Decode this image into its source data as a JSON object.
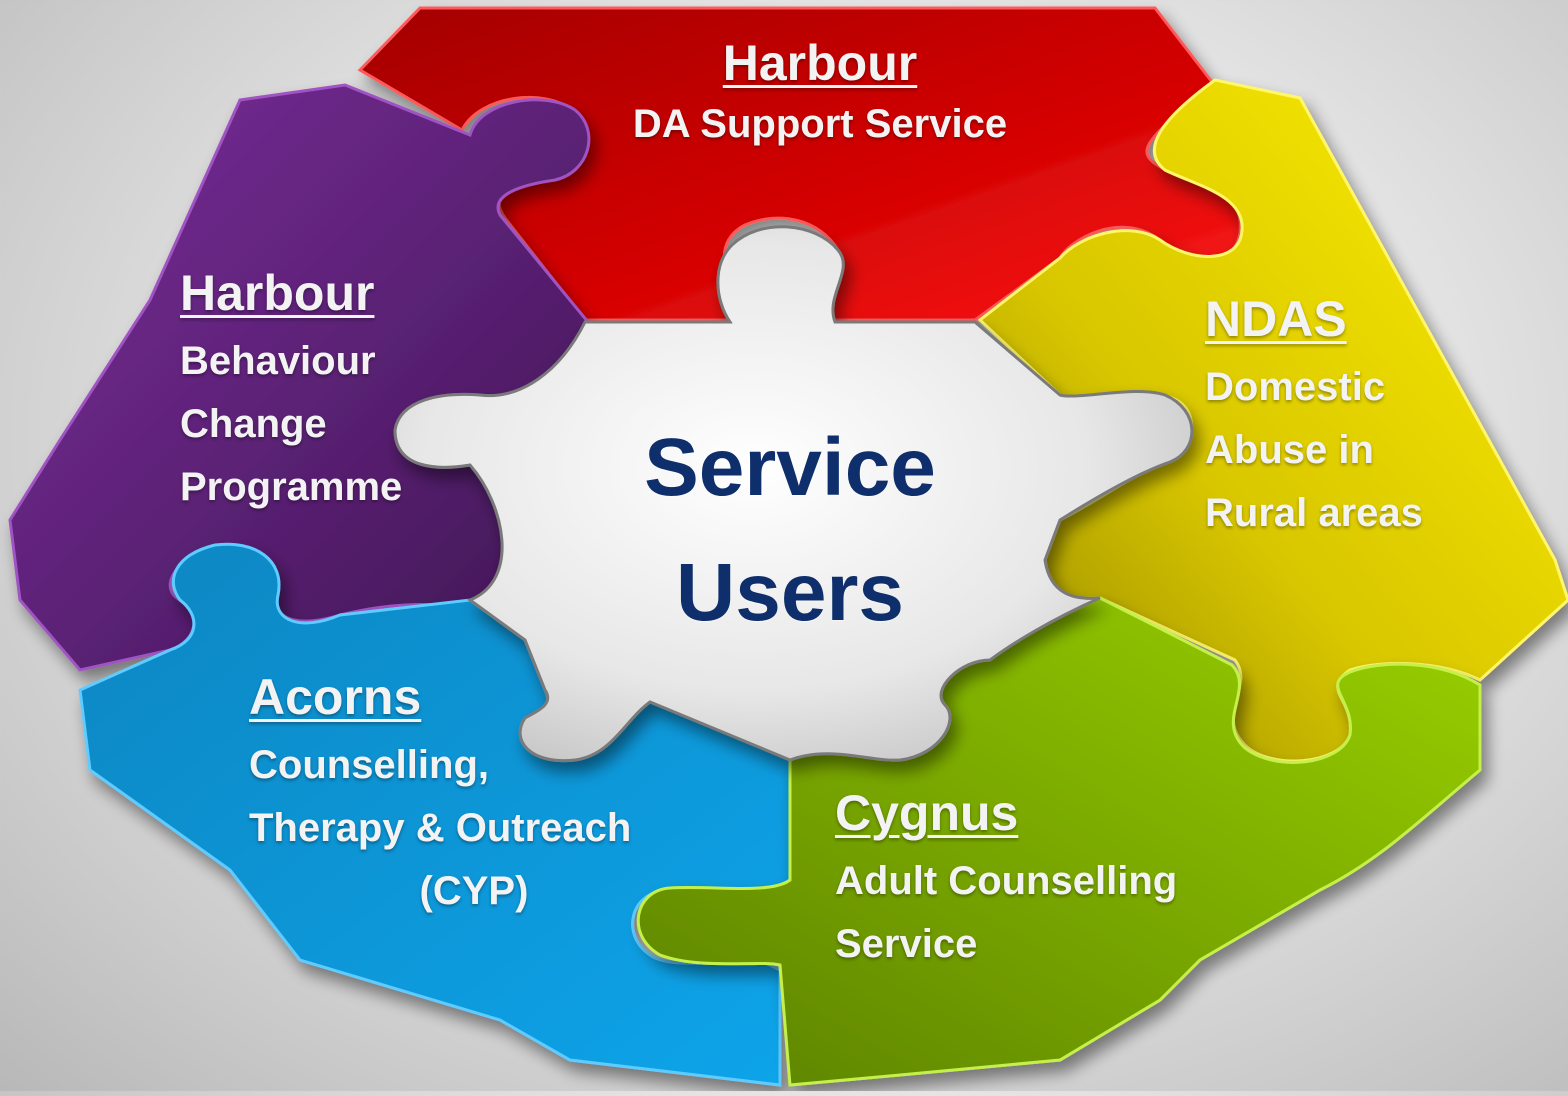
{
  "colors": {
    "red": "#d40000",
    "purple": "#5e2379",
    "yellow": "#d9c800",
    "blue": "#0c92cf",
    "green": "#7fae00",
    "center": "#e4e4e4",
    "center_text": "#0e2f6b",
    "label_text": "#f3f3f3"
  },
  "center": {
    "line1": "Service",
    "line2": "Users"
  },
  "pieces": {
    "red": {
      "title": "Harbour",
      "line1": "DA Support Service"
    },
    "purple": {
      "title": "Harbour",
      "line1": "Behaviour",
      "line2": "Change",
      "line3": "Programme"
    },
    "yellow": {
      "title": "NDAS",
      "line1": "Domestic",
      "line2": "Abuse in",
      "line3": "Rural areas"
    },
    "blue": {
      "title": "Acorns",
      "line1": "Counselling,",
      "line2": "Therapy & Outreach",
      "line3": "(CYP)"
    },
    "green": {
      "title": "Cygnus",
      "line1": "Adult Counselling",
      "line2": "Service"
    }
  }
}
